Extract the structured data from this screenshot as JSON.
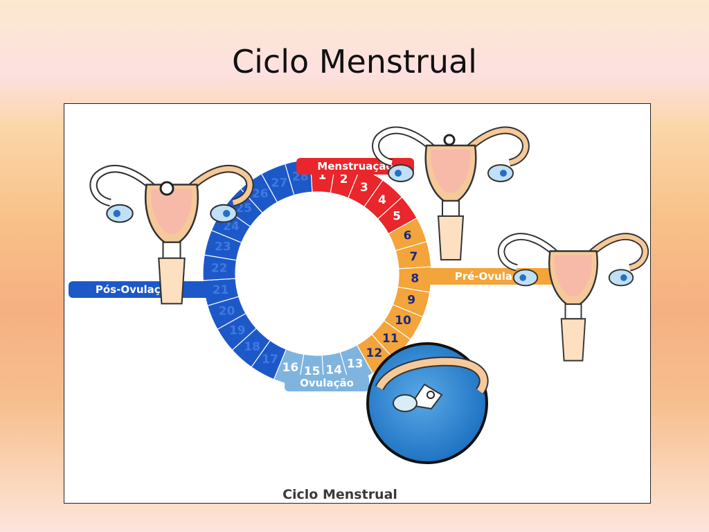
{
  "slide": {
    "title": "Ciclo Menstrual"
  },
  "diagram": {
    "caption": "Ciclo Menstrual",
    "phase_labels": {
      "menstruation": "Menstruação",
      "pre_ovulation": "Pré-Ovulação",
      "ovulation": "Ovulação",
      "post_ovulation": "Pós-Ovulação"
    },
    "days": [
      "1",
      "2",
      "3",
      "4",
      "5",
      "6",
      "7",
      "8",
      "9",
      "10",
      "11",
      "12",
      "13",
      "14",
      "15",
      "16",
      "17",
      "18",
      "19",
      "20",
      "21",
      "22",
      "23",
      "24",
      "25",
      "26",
      "27",
      "28"
    ],
    "colors": {
      "menstruation": "#e8262b",
      "pre_ovulation": "#f3a43a",
      "ovulation": "#7fb4df",
      "post_ovulation": "#1c58c8",
      "day_text_light": "#ffffff",
      "day_text_dark": "#1a2a7a"
    }
  }
}
